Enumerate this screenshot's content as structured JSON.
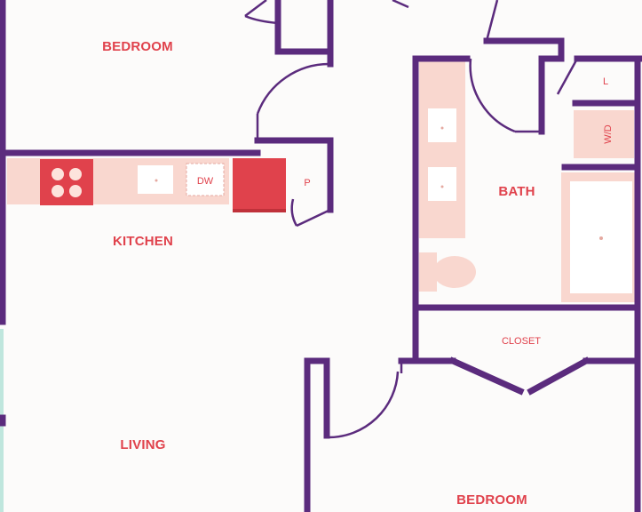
{
  "colors": {
    "wall": "#5b2b7d",
    "label": "#e0424c",
    "fixture": "#f9d7cf",
    "appliance": "#e0424c",
    "background": "#fcfbfa",
    "exterior": "#bfe6dd"
  },
  "rooms": {
    "bedroom_top": "BEDROOM",
    "kitchen": "KITCHEN",
    "living": "LIVING",
    "bath": "BATH",
    "closet": "CLOSET",
    "bedroom_bottom": "BEDROOM"
  },
  "fixtures": {
    "dishwasher": "DW",
    "pantry": "P",
    "linen": "L",
    "washer_dryer": "W/D"
  },
  "icons": {
    "range": "stove-icon",
    "refrigerator": "fridge-icon",
    "sink": "sink-icon",
    "toilet": "toilet-icon",
    "tub": "bathtub-icon"
  }
}
